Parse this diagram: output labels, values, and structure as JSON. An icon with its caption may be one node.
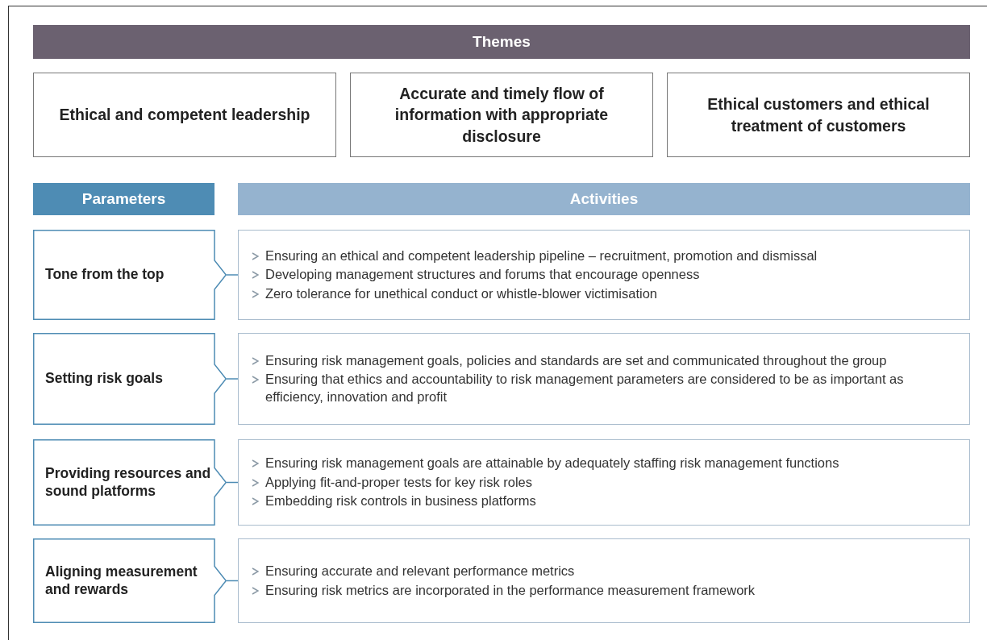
{
  "diagram": {
    "nodes": [
      {
        "text": [
          "Themes"
        ]
      },
      {
        "text": [
          "Ethical and competent leadership"
        ]
      },
      {
        "text": [
          "Accurate and timely flow of information with appropriate disclosure"
        ]
      },
      {
        "text": [
          "Ethical customers and ethical treatment of customers"
        ]
      },
      {
        "text": [
          "Parameters"
        ]
      },
      {
        "text": [
          "Activities"
        ]
      },
      {
        "text": [
          "Tone from the top"
        ]
      },
      {
        "text": [
          "Ensuring an ethical and competent leadership pipeline – recruitment, promotion and dismissal",
          "Developing management structures and forums that encourage openness",
          "Zero tolerance for unethical conduct or whistle-blower victimisation"
        ]
      },
      {
        "text": [
          "Setting risk goals"
        ]
      },
      {
        "text": [
          "Ensuring risk management goals, policies and standards are set and communicated throughout the group",
          "Ensuring that ethics and accountability to risk management parameters are considered to be as important as efficiency, innovation and profit"
        ]
      },
      {
        "text": [
          "Providing resources and sound platforms"
        ]
      },
      {
        "text": [
          "Ensuring risk management goals are attainable by adequately staffing risk management functions",
          "Applying fit-and-proper tests for key risk roles",
          "Embedding risk controls in business platforms"
        ]
      },
      {
        "text": [
          "Aligning measurement and rewards"
        ]
      },
      {
        "text": [
          "Ensuring accurate and relevant performance metrics",
          "Ensuring risk metrics are incorporated in the performance measurement framework"
        ]
      }
    ],
    "edges": [
      {
        "from": 6,
        "to": 7,
        "arrow": "none"
      },
      {
        "from": 8,
        "to": 9,
        "arrow": "none"
      },
      {
        "from": 10,
        "to": 11,
        "arrow": "none"
      },
      {
        "from": 12,
        "to": 13,
        "arrow": "none"
      }
    ]
  }
}
